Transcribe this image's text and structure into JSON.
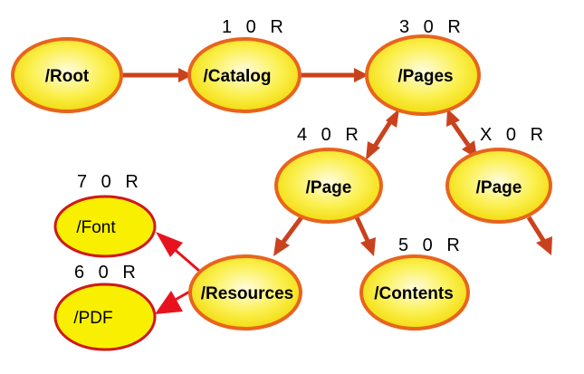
{
  "nodes": {
    "root": {
      "label": "/Root"
    },
    "catalog": {
      "label": "/Catalog"
    },
    "pages": {
      "label": "/Pages"
    },
    "page1": {
      "label": "/Page"
    },
    "page2": {
      "label": "/Page"
    },
    "resources": {
      "label": "/Resources"
    },
    "contents": {
      "label": "/Contents"
    },
    "font": {
      "label": "/Font"
    },
    "pdf": {
      "label": "/PDF"
    }
  },
  "refs": {
    "catalog": "1 0 R",
    "pages": "3 0 R",
    "page1": "4 0 R",
    "page2": "X 0 R",
    "contents": "5 0 R",
    "font": "7 0 R",
    "pdf": "6 0 R"
  },
  "colors": {
    "node_fill_light": "#fffce0",
    "node_fill_dark": "#f4e400",
    "node_stroke": "#e8641e",
    "arrow_main": "#c9421e",
    "arrow_red": "#e8121e",
    "leaf_fill": "#f8f000",
    "leaf_stroke": "#d01818"
  }
}
